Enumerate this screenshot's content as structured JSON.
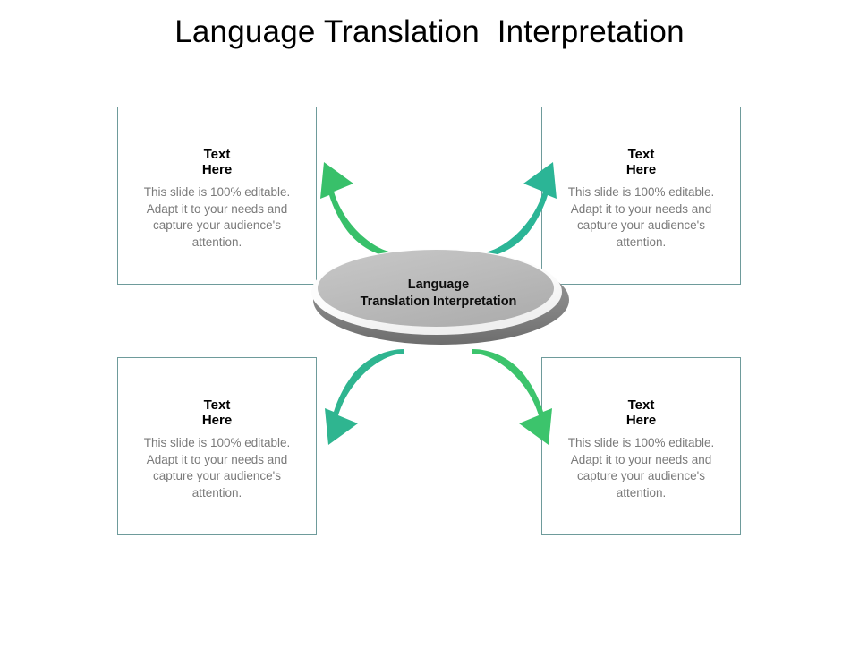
{
  "slide": {
    "title": "Language Translation  Interpretation",
    "background_color": "#ffffff"
  },
  "center": {
    "label": "Language\nTranslation Interpretation",
    "shape": "3d-ellipse-disc",
    "top_color": "#b9b9b9",
    "rim_color": "#ffffff",
    "base_color": "#8c8c8c",
    "base_shadow_color": "#6f6f6f"
  },
  "boxes": [
    {
      "position": "top-left",
      "heading": "Text\nHere",
      "body": "This slide is 100% editable. Adapt it to your needs and capture your audience's attention.",
      "border_color": "#6e9b9b",
      "background_color": "#ffffff",
      "heading_color": "#000000",
      "body_color": "#7a7a7a"
    },
    {
      "position": "top-right",
      "heading": "Text\nHere",
      "body": "This slide is 100% editable. Adapt it to your needs and capture your audience's attention.",
      "border_color": "#6e9b9b",
      "background_color": "#ffffff",
      "heading_color": "#000000",
      "body_color": "#7a7a7a"
    },
    {
      "position": "bottom-left",
      "heading": "Text\nHere",
      "body": "This slide is 100% editable. Adapt it to your needs and capture your audience's attention.",
      "border_color": "#6e9b9b",
      "background_color": "#ffffff",
      "heading_color": "#000000",
      "body_color": "#7a7a7a"
    },
    {
      "position": "bottom-right",
      "heading": "Text\nHere",
      "body": "This slide is 100% editable. Adapt it to your needs and capture your audience's attention.",
      "border_color": "#6e9b9b",
      "background_color": "#ffffff",
      "heading_color": "#000000",
      "body_color": "#7a7a7a"
    }
  ],
  "arrows": [
    {
      "name": "arrow-up-left",
      "direction": "up-left",
      "color": "#38c06a"
    },
    {
      "name": "arrow-up-right",
      "direction": "up-right",
      "color": "#2bb596"
    },
    {
      "name": "arrow-down-left",
      "direction": "down-left",
      "color": "#2fb590"
    },
    {
      "name": "arrow-down-right",
      "direction": "down-right",
      "color": "#3cc46c"
    }
  ]
}
